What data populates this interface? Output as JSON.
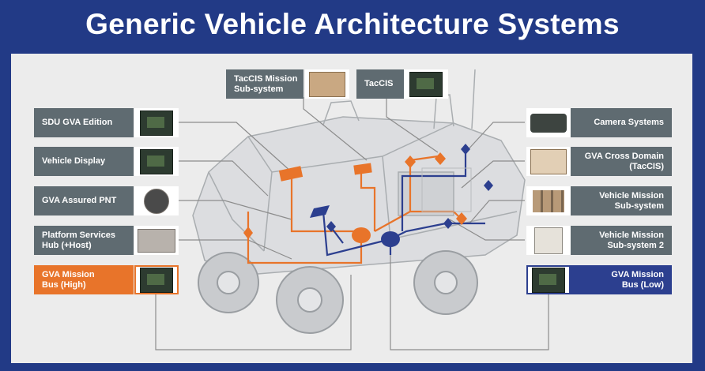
{
  "title": "Generic Vehicle Architecture Systems",
  "colors": {
    "background": "#223a86",
    "panel": "#ececec",
    "label_grey": "#5f6b71",
    "high_bus": "#e8742a",
    "low_bus": "#2c3f8f",
    "connector": "#8c8c8c"
  },
  "top_labels": [
    {
      "text": "TacCIS Mission\nSub-system",
      "image": "tan-equipment-box"
    },
    {
      "text": "TacCIS",
      "image": "circuit-boards"
    }
  ],
  "left_labels": [
    {
      "text": "SDU GVA Edition",
      "image": "display-panel"
    },
    {
      "text": "Vehicle Display",
      "image": "display-panel"
    },
    {
      "text": "GVA Assured PNT",
      "image": "gps-antenna-unit"
    },
    {
      "text": "Platform Services\nHub (+Host)",
      "image": "metal-enclosure"
    },
    {
      "text": "GVA Mission\nBus (High)",
      "image": "circuit-board"
    }
  ],
  "right_labels": [
    {
      "text": "Camera Systems",
      "image": "camera-unit"
    },
    {
      "text": "GVA Cross Domain\n(TacCIS)",
      "image": "white-boards"
    },
    {
      "text": "Vehicle Mission\nSub-system",
      "image": "processor-modules"
    },
    {
      "text": "Vehicle Mission\nSub-system 2",
      "image": "white-enclosure"
    },
    {
      "text": "GVA Mission\nBus (Low)",
      "image": "circuit-board"
    }
  ]
}
